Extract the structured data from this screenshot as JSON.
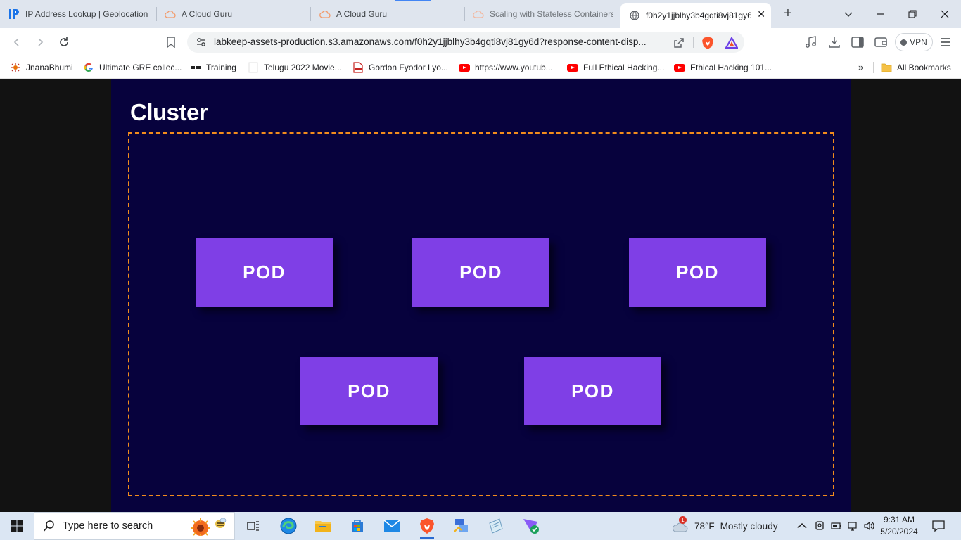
{
  "browser": {
    "tabs": [
      {
        "label": "IP Address Lookup | Geolocation",
        "icon": "ip-logo-icon"
      },
      {
        "label": "A Cloud Guru",
        "icon": "cloud-icon"
      },
      {
        "label": "A Cloud Guru",
        "icon": "cloud-icon"
      },
      {
        "label": "Scaling with Stateless Containers",
        "icon": "cloud-icon"
      },
      {
        "label": "f0h2y1jjblhy3b4gqti8vj81gy6",
        "icon": "globe-icon",
        "active": true
      }
    ],
    "new_tab_label": "+",
    "url": "labkeep-assets-production.s3.amazonaws.com/f0h2y1jjblhy3b4gqti8vj81gy6d?response-content-disp...",
    "vpn_label": "VPN",
    "bookmarks": [
      {
        "label": "JnanaBhumi",
        "icon": "jnanabhumi-icon"
      },
      {
        "label": "Ultimate GRE collec...",
        "icon": "google-icon"
      },
      {
        "label": "Training",
        "icon": "training-icon"
      },
      {
        "label": "Telugu 2022 Movie...",
        "icon": "blank-page-icon"
      },
      {
        "label": "Gordon Fyodor Lyo...",
        "icon": "pdf-icon"
      },
      {
        "label": "https://www.youtub...",
        "icon": "youtube-icon"
      },
      {
        "label": "Full Ethical Hacking...",
        "icon": "youtube-icon"
      },
      {
        "label": "Ethical Hacking 101...",
        "icon": "youtube-icon"
      }
    ],
    "more_bookmarks": "»",
    "all_bookmarks_label": "All Bookmarks"
  },
  "slide": {
    "title": "Cluster",
    "pods": [
      "POD",
      "POD",
      "POD",
      "POD",
      "POD"
    ],
    "colors": {
      "background": "#07023d",
      "pod": "#7f3fe6",
      "cluster_border": "#f28c1c"
    }
  },
  "taskbar": {
    "search_placeholder": "Type here to search",
    "weather_temp": "78°F",
    "weather_text": "Mostly cloudy",
    "weather_badge": "1",
    "time": "9:31 AM",
    "date": "5/20/2024"
  }
}
